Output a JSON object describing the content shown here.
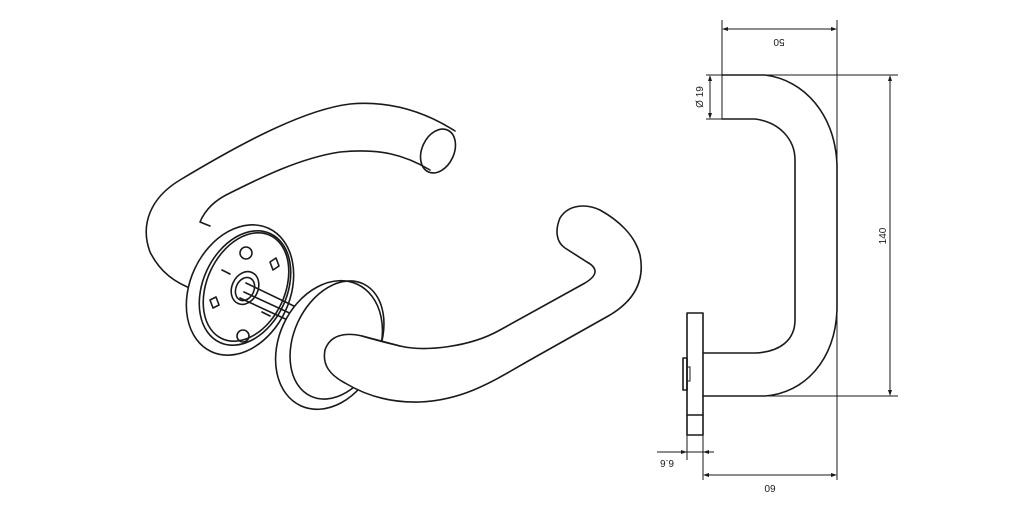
{
  "drawing": {
    "title": "Lever handle on round rose - isometric and side view",
    "colors": {
      "line": "#1a1a1a",
      "background": "#ffffff"
    }
  },
  "isometric_view": {
    "parts": [
      "lever-handle-back",
      "lever-handle-front",
      "rose-back-with-fixing-plate",
      "rose-front",
      "spindle"
    ]
  },
  "side_view": {
    "dimensions": {
      "width_top": "50",
      "diameter": "Ø 19",
      "height": "140",
      "rose_thickness": "6.6",
      "projection": "60"
    }
  }
}
